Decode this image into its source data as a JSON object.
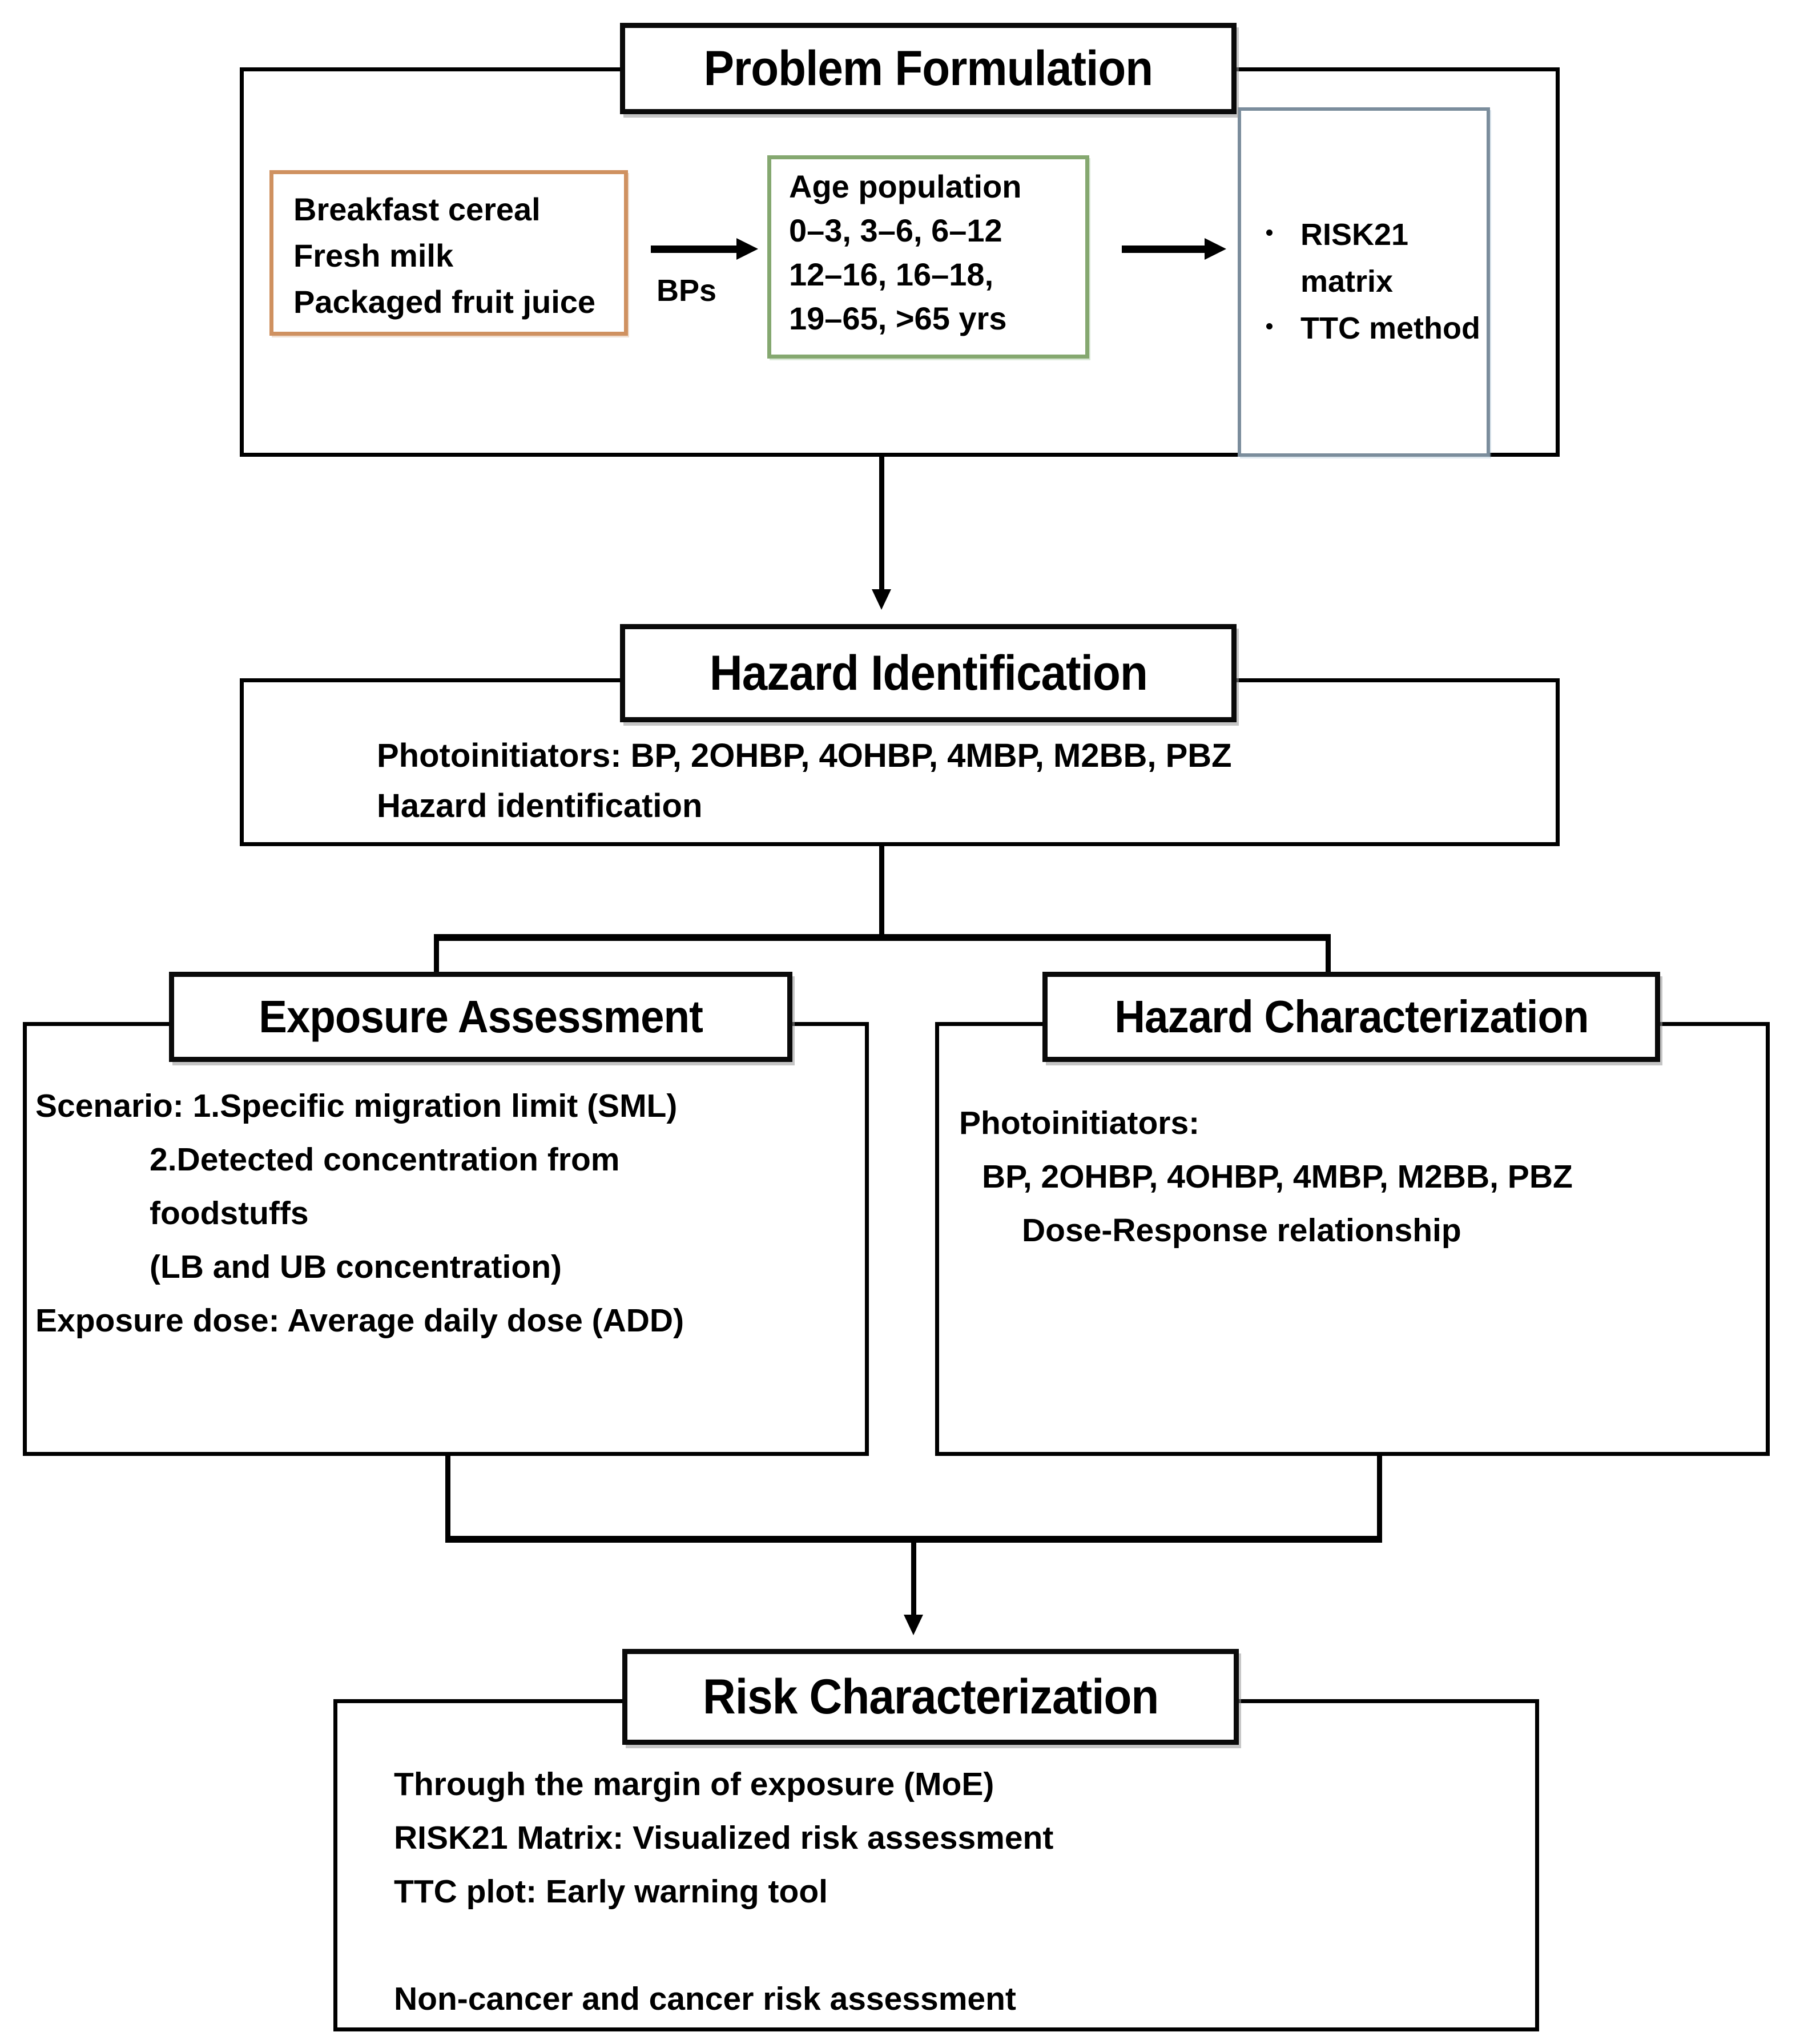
{
  "diagram": {
    "title": "Risk assessment framework flowchart",
    "colors": {
      "border_black": "#000000",
      "orange": "#cf9160",
      "green": "#85a870",
      "blue": "#7b8d9c",
      "background": "#ffffff"
    }
  },
  "problem_formulation": {
    "title": "Problem Formulation",
    "food_matrix_box": {
      "lines": [
        "Breakfast cereal",
        "Fresh milk",
        "Packaged fruit juice"
      ]
    },
    "arrow1_label": "BPs",
    "age_population_box": {
      "lines": [
        "Age population",
        "0–3, 3–6, 6–12",
        "12–16, 16–18,",
        "19–65, >65 yrs"
      ]
    },
    "methods_box": {
      "bullets": [
        "RISK21",
        "matrix",
        "TTC method"
      ],
      "bullet_items": [
        {
          "text_lines": [
            "RISK21",
            "matrix"
          ]
        },
        {
          "text_lines": [
            "TTC method"
          ]
        }
      ]
    }
  },
  "hazard_identification": {
    "title": "Hazard Identification",
    "lines": [
      "Photoinitiators: BP, 2OHBP, 4OHBP, 4MBP, M2BB, PBZ",
      "Hazard identification"
    ]
  },
  "exposure_assessment": {
    "title": "Exposure Assessment",
    "lines": [
      "Scenario: 1.Specific migration limit (SML)",
      "2.Detected concentration from",
      "foodstuffs",
      "(LB and UB concentration)",
      "Exposure dose: Average daily dose (ADD)"
    ]
  },
  "hazard_characterization": {
    "title": "Hazard Characterization",
    "lines": [
      "Photoinitiators:",
      "BP, 2OHBP, 4OHBP, 4MBP, M2BB, PBZ",
      "Dose-Response relationship"
    ]
  },
  "risk_characterization": {
    "title": "Risk Characterization",
    "lines": [
      "Through the margin of exposure (MoE)",
      "RISK21 Matrix: Visualized risk assessment",
      "TTC plot: Early warning tool",
      "Non-cancer and cancer risk assessment"
    ]
  }
}
